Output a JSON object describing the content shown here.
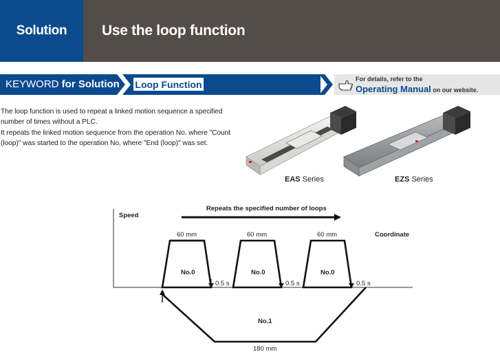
{
  "header": {
    "solution_label": "Solution",
    "title": "Use the loop function"
  },
  "keyword_bar": {
    "prefix": "KEYWORD",
    "suffix": " for Solution",
    "keyword": "Loop Function"
  },
  "reference": {
    "note": "For details, refer to the",
    "link": "Operating Manual",
    "tail": " on our website."
  },
  "description": [
    "The loop function is used to repeat a linked motion sequence a specified number of times without a PLC.",
    "It repeats the linked motion sequence from the operation No. where \"Count (loop)\" was started to the operation No. where \"End (loop)\" was set."
  ],
  "products": [
    {
      "code": "EAS",
      "suffix": " Series"
    },
    {
      "code": "EZS",
      "suffix": " Series"
    }
  ],
  "diagram": {
    "y_axis_label": "Speed",
    "x_axis_label": "Coordinate",
    "repeat_label": "Repeats the specified number of loops",
    "segments": [
      {
        "distance": "60 mm",
        "op": "No.0",
        "wait": "0.5 s"
      },
      {
        "distance": "60 mm",
        "op": "No.0",
        "wait": "0.5 s"
      },
      {
        "distance": "60 mm",
        "op": "No.0",
        "wait": "0.5 s"
      }
    ],
    "loop_op": "No.1",
    "loop_distance": "180 mm"
  },
  "colors": {
    "brand_blue": "#0c4a8e",
    "header_gray": "#544c48",
    "reference_gray": "#e6e6e6"
  }
}
